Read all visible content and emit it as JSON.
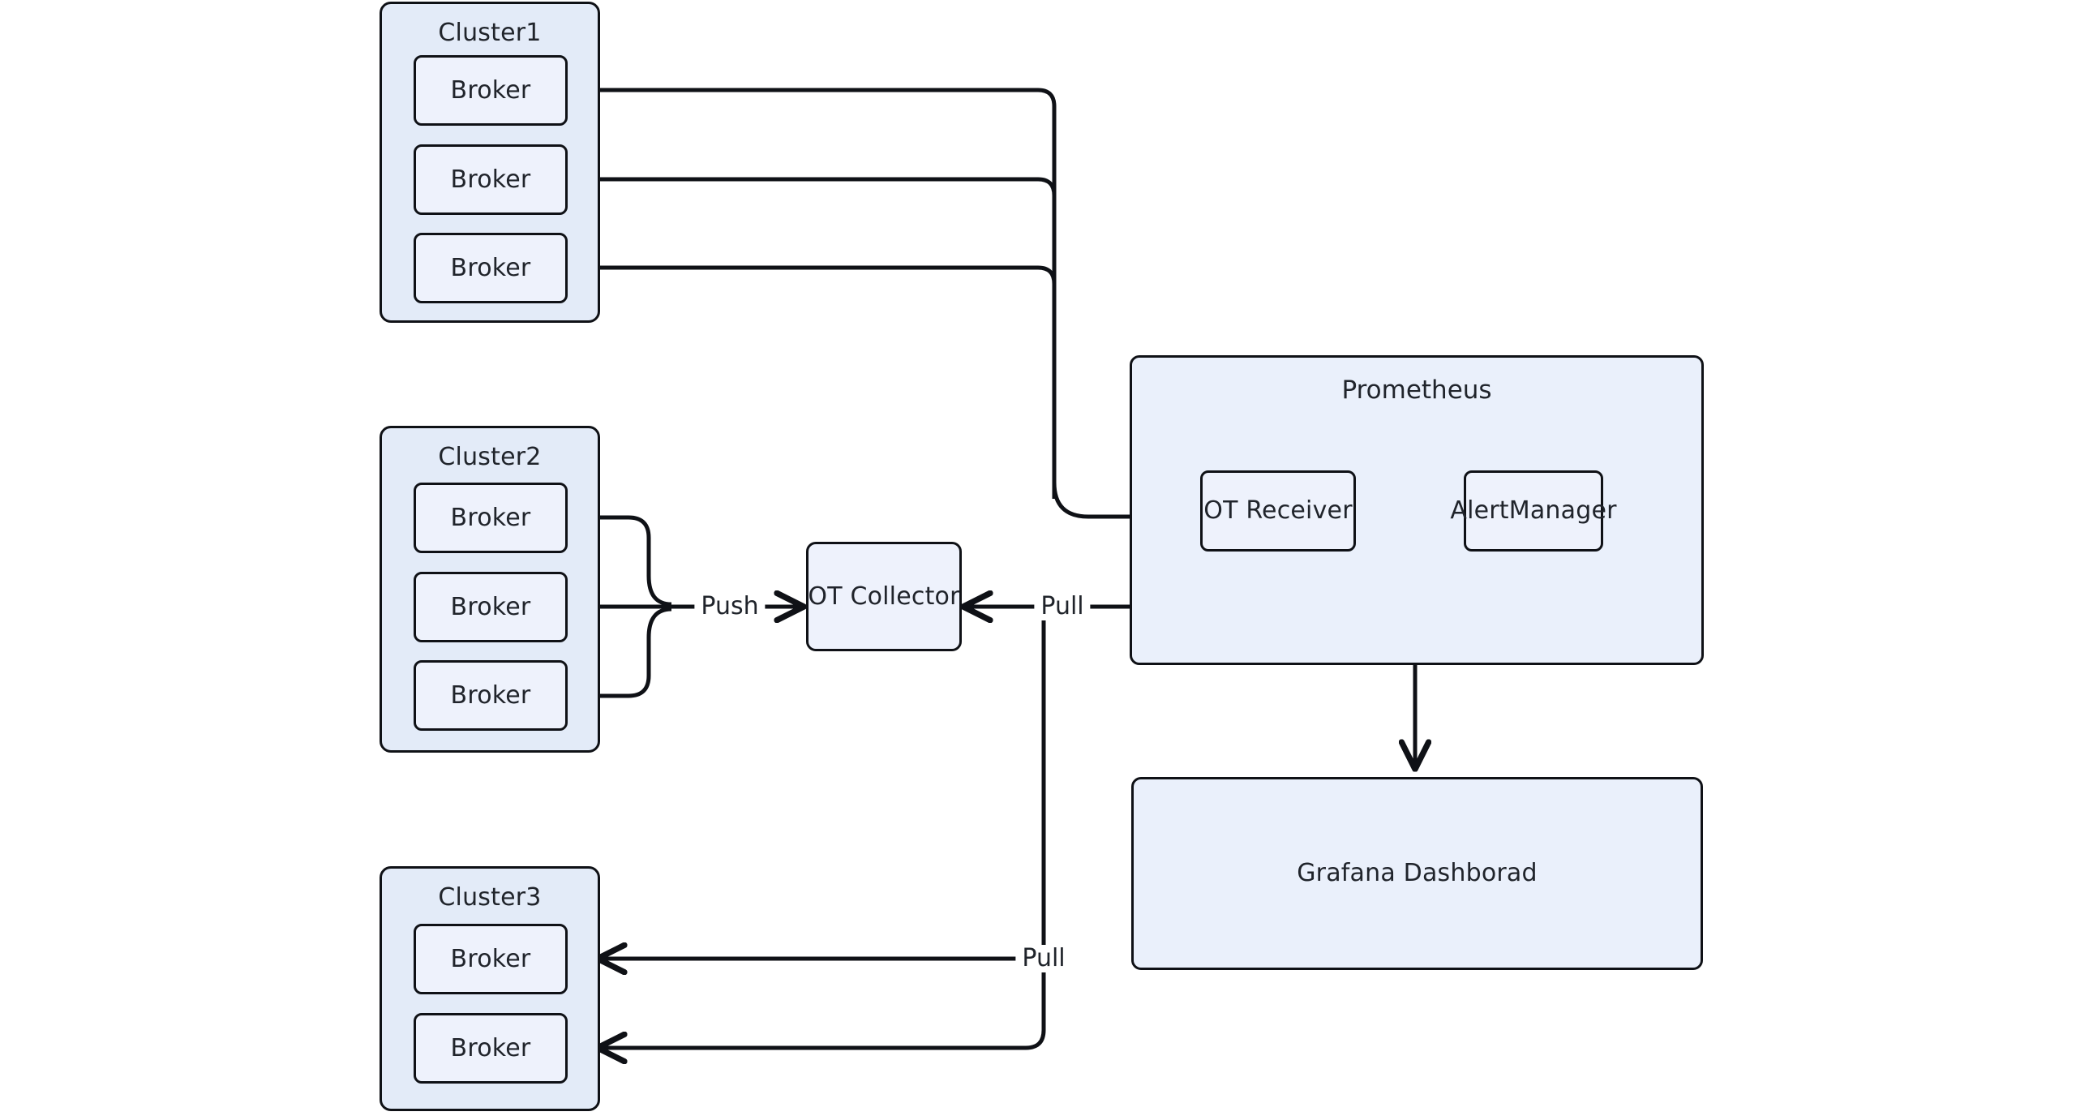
{
  "diagram": {
    "title": "Kafka multi-cluster observability architecture",
    "background_color": "#ffffff",
    "cluster_fill": "#e3ebf8",
    "node_fill": "#eef2fc",
    "stroke_color": "#0f1116"
  },
  "clusters": [
    {
      "id": "cluster1",
      "title": "Cluster1",
      "brokers": [
        {
          "label": "Broker"
        },
        {
          "label": "Broker"
        },
        {
          "label": "Broker"
        }
      ]
    },
    {
      "id": "cluster2",
      "title": "Cluster2",
      "brokers": [
        {
          "label": "Broker"
        },
        {
          "label": "Broker"
        },
        {
          "label": "Broker"
        }
      ]
    },
    {
      "id": "cluster3",
      "title": "Cluster3",
      "brokers": [
        {
          "label": "Broker"
        },
        {
          "label": "Broker"
        }
      ]
    }
  ],
  "collector": {
    "label": "OT Collector"
  },
  "prometheus": {
    "title": "Prometheus",
    "components": [
      {
        "id": "ot-receiver",
        "label": "OT Receiver"
      },
      {
        "id": "alertmanager",
        "label": "AlertManager"
      }
    ]
  },
  "grafana": {
    "label": "Grafana Dashborad"
  },
  "edge_labels": {
    "push": "Push",
    "pull_collector": "Pull",
    "pull_cluster3": "Pull"
  }
}
